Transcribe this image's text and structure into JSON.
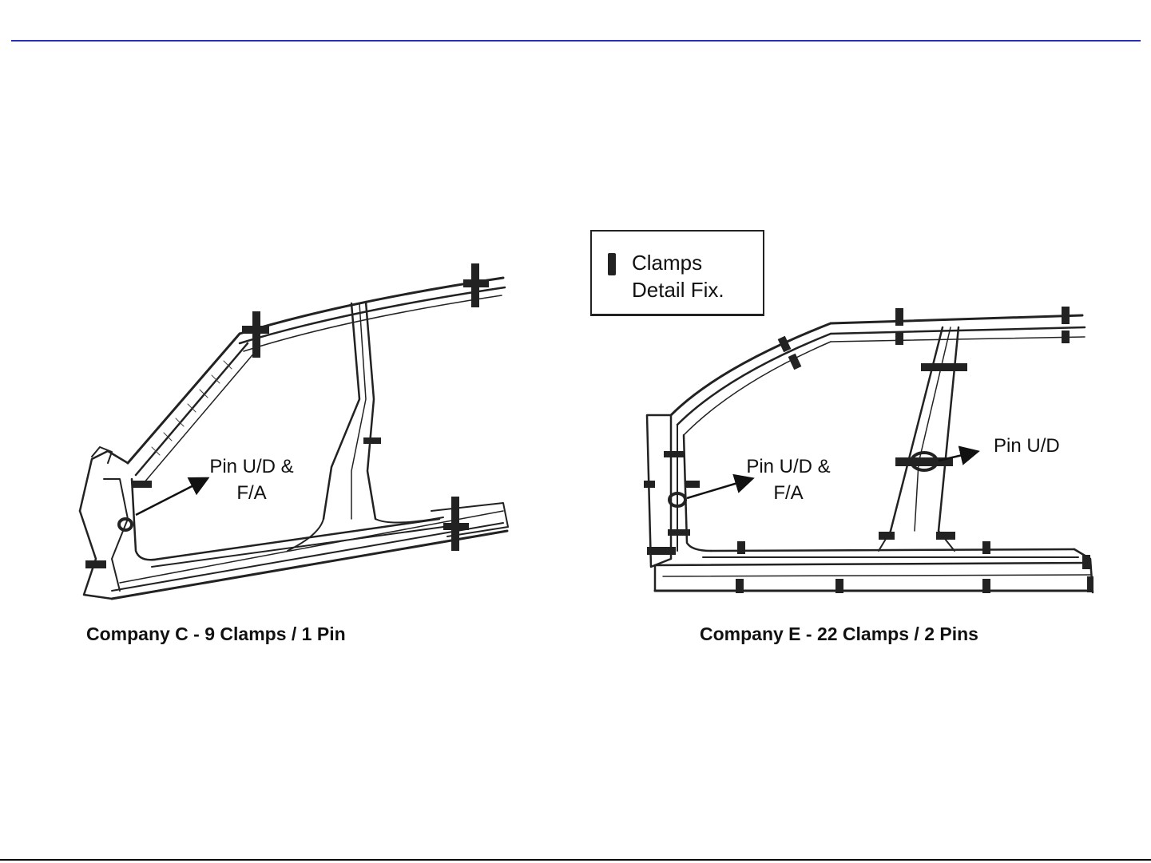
{
  "slide": {
    "accent_color": "#2b2fb5"
  },
  "legend": {
    "line1": "Clamps",
    "line2": "Detail Fix."
  },
  "left_figure": {
    "callout_line1": "Pin U/D &",
    "callout_line2": "F/A",
    "caption": "Company C - 9 Clamps / 1 Pin"
  },
  "right_figure": {
    "callout_a_line1": "Pin U/D &",
    "callout_a_line2": "F/A",
    "callout_b": "Pin U/D",
    "caption": "Company E - 22 Clamps / 2 Pins"
  }
}
